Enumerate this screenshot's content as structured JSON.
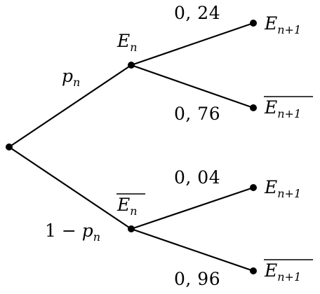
{
  "tree": {
    "root_branches": {
      "upper_prob": {
        "var": "p",
        "sub": "n"
      },
      "lower_prob": {
        "prefix": "1 − ",
        "var": "p",
        "sub": "n"
      }
    },
    "level1": {
      "upper_node": {
        "var": "E",
        "sub": "n",
        "complement": false
      },
      "lower_node": {
        "var": "E",
        "sub": "n",
        "complement": true
      }
    },
    "level2": {
      "upper_upper": {
        "prob": "0, 24",
        "var": "E",
        "sub": "n+1",
        "complement": false
      },
      "upper_lower": {
        "prob": "0, 76",
        "var": "E",
        "sub": "n+1",
        "complement": true
      },
      "lower_upper": {
        "prob": "0, 04",
        "var": "E",
        "sub": "n+1",
        "complement": false
      },
      "lower_lower": {
        "prob": "0, 96",
        "var": "E",
        "sub": "n+1",
        "complement": true
      }
    }
  }
}
